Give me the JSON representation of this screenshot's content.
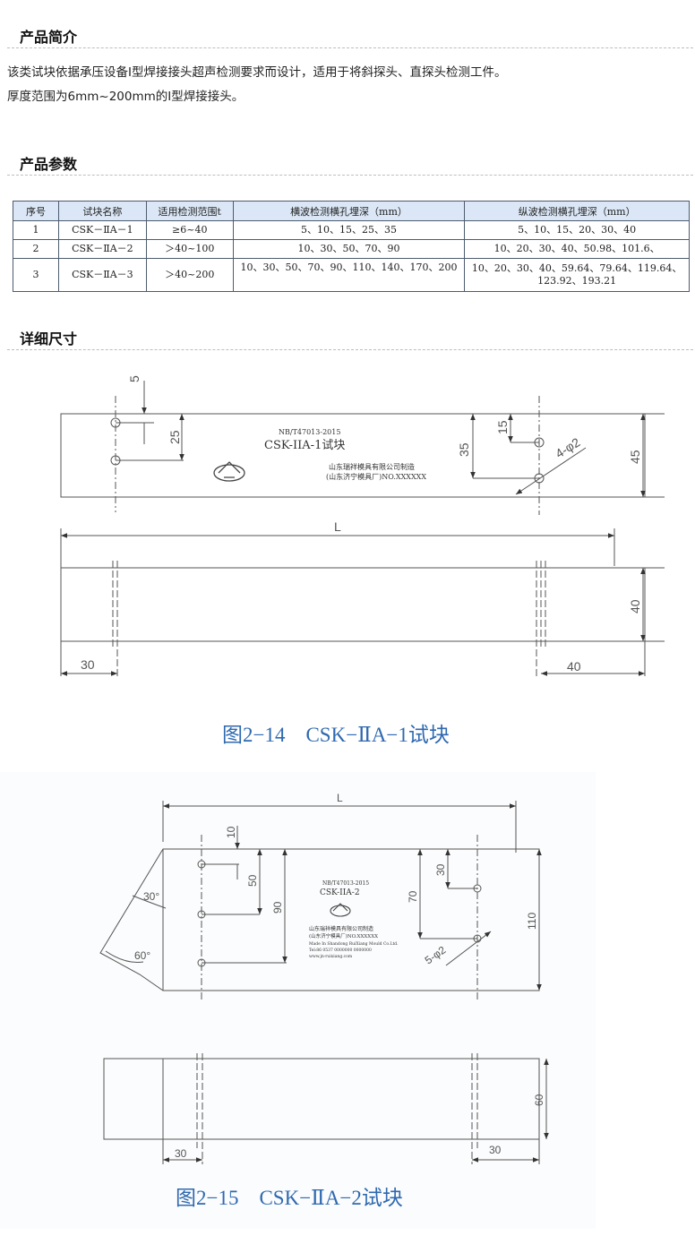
{
  "sections": {
    "intro_title": "产品简介",
    "params_title": "产品参数",
    "dims_title": "详细尺寸"
  },
  "intro": {
    "line1": "该类试块依据承压设备I型焊接接头超声检测要求而设计，适用于将斜探头、直探头检测工件。",
    "line2": "厚度范围为6mm~200mm的I型焊接接头。"
  },
  "table": {
    "headers": [
      "序号",
      "试块名称",
      "适用检测范围t",
      "横波检测横孔埋深（mm）",
      "纵波检测横孔埋深（mm）"
    ],
    "rows": [
      {
        "no": "1",
        "name": "CSK－ⅡA－1",
        "range": "≥6~40",
        "shear": "5、10、15、25、35",
        "long1": "5、10、15、20、30、40",
        "long2": ""
      },
      {
        "no": "2",
        "name": "CSK－ⅡA－2",
        "range": "＞40~100",
        "shear": "10、30、50、70、90",
        "long1": "10、20、30、40、50.98、101.6、",
        "long2": ""
      },
      {
        "no": "3",
        "name": "CSK－ⅡA－3",
        "range": "＞40~200",
        "shear": "10、30、50、70、90、110、140、170、200",
        "long1": "10、20、30、40、59.64、79.64、119.64、",
        "long2": "123.92、193.21"
      }
    ]
  },
  "fig1": {
    "caption": "图2−14　CSK−ⅡA−1试块",
    "std": "NB/T47013-2015",
    "model": "CSK-IIA-1试块",
    "maker1": "山东瑞祥模具有限公司制造",
    "maker2": "(山东济宁模具厂)NO.XXXXXX",
    "dims": {
      "d5": "5",
      "d25": "25",
      "d35": "35",
      "d15": "15",
      "d45": "45",
      "holes": "4-φ2",
      "L": "L",
      "d40h": "40",
      "d30": "30",
      "d40": "40"
    }
  },
  "fig2": {
    "caption": "图2−15　CSK−ⅡA−2试块",
    "std": "NB/T47013-2015",
    "model": "CSK-IIA-2",
    "maker1": "山东瑞祥模具有限公司制造",
    "maker2": "(山东济宁模具厂)NO.XXXXXX",
    "maker3": "Made In Shandong RuiXiang Mould Co.Ltd.",
    "maker4": "Tel:86 0537 0000000 0000000",
    "maker5": "www.jn-ruixiang.com",
    "dims": {
      "d10": "10",
      "d50": "50",
      "d90": "90",
      "d30v": "30",
      "d70": "70",
      "d110": "110",
      "holes": "5-φ2",
      "a30": "30°",
      "a60": "60°",
      "L": "L",
      "d60": "60",
      "d30a": "30",
      "d30b": "30"
    }
  }
}
